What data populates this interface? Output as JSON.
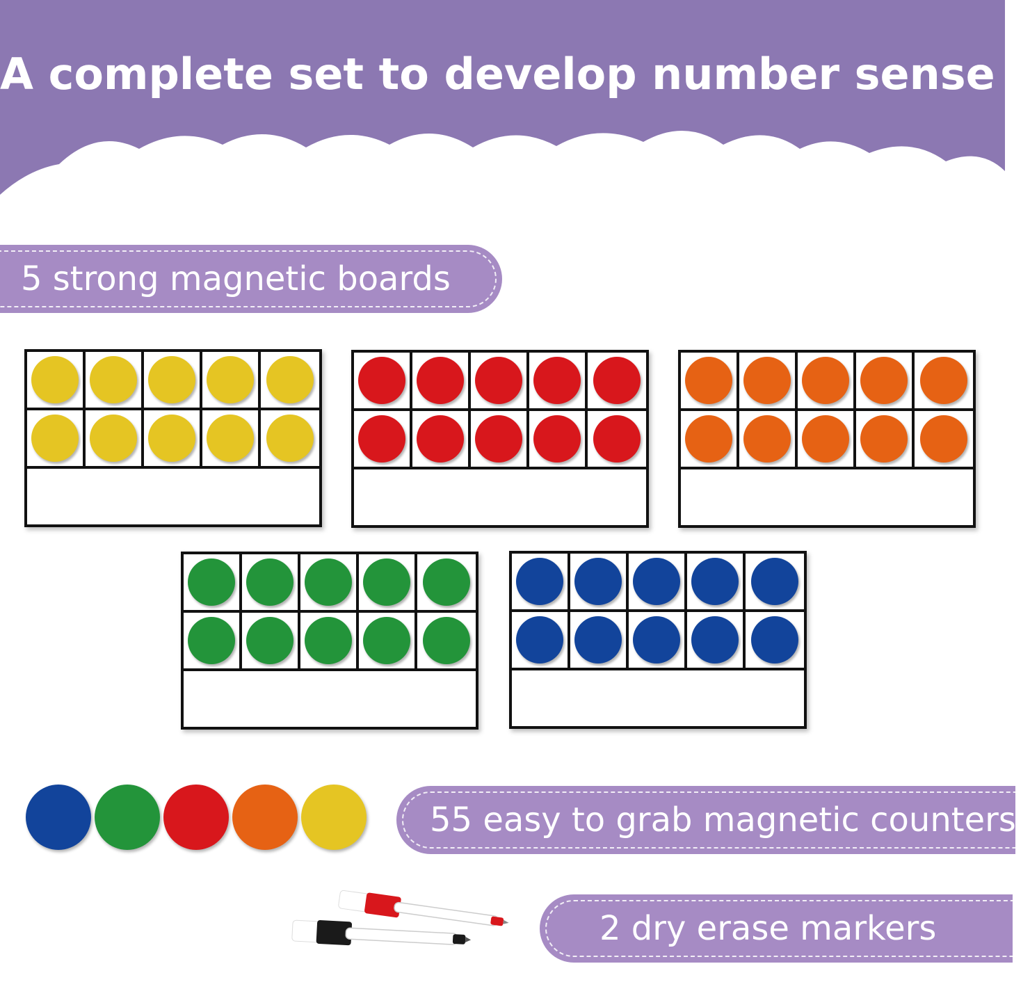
{
  "headline": "A complete set to develop number sense !",
  "labels": {
    "boards": "5 strong magnetic boards",
    "counters": "55 easy to grab magnetic counters",
    "markers": "2 dry erase markers"
  },
  "colors": {
    "banner": "#8c78b2",
    "label_background": "#a68bc4",
    "yellow": "#e5c523",
    "red": "#d8171c",
    "orange": "#e66214",
    "green": "#23943a",
    "blue": "#12449b",
    "board_border": "#111111"
  },
  "boards": [
    {
      "color": "yellow",
      "filled": 10
    },
    {
      "color": "red",
      "filled": 10
    },
    {
      "color": "orange",
      "filled": 10
    },
    {
      "color": "green",
      "filled": 10
    },
    {
      "color": "blue",
      "filled": 10
    }
  ],
  "counters": [
    "blue",
    "green",
    "red",
    "orange",
    "yellow"
  ],
  "markers": [
    {
      "color": "red",
      "icon": "red-marker-icon"
    },
    {
      "color": "black",
      "icon": "black-marker-icon"
    }
  ]
}
